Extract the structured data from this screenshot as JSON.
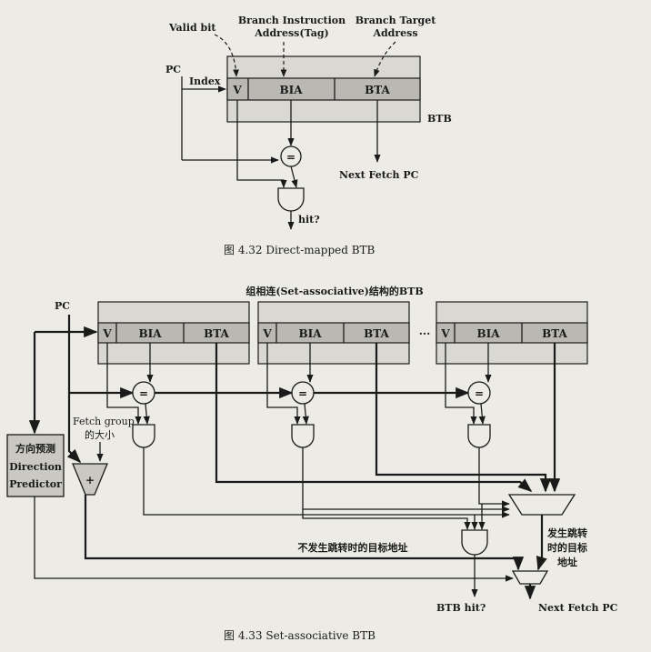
{
  "fig1": {
    "label_valid_bit": "Valid bit",
    "label_bia_line1": "Branch Instruction",
    "label_bia_line2": "Address(Tag)",
    "label_bta_line1": "Branch Target",
    "label_bta_line2": "Address",
    "label_pc": "PC",
    "label_index": "Index",
    "cell_v": "V",
    "cell_bia": "BIA",
    "cell_bta": "BTA",
    "label_btb": "BTB",
    "eq_symbol": "=",
    "label_next_fetch_pc": "Next Fetch PC",
    "label_hit": "hit?",
    "caption": "图 4.32   Direct-mapped BTB"
  },
  "fig2": {
    "title": "组相连(Set-associative)结构的BTB",
    "label_pc": "PC",
    "ways": [
      {
        "v": "V",
        "bia": "BIA",
        "bta": "BTA"
      },
      {
        "v": "V",
        "bia": "BIA",
        "bta": "BTA"
      },
      {
        "v": "V",
        "bia": "BIA",
        "bta": "BTA"
      }
    ],
    "ellipsis": "···",
    "eq_symbol": "=",
    "fetch_group_line1": "Fetch group",
    "fetch_group_line2": "的大小",
    "direction_line1": "方向预测",
    "direction_line2": "Direction",
    "direction_line3": "Predictor",
    "adder_symbol": "+",
    "taken_target_line1": "发生跳转",
    "taken_target_line2": "时的目标",
    "taken_target_line3": "地址",
    "not_taken_label": "不发生跳转时的目标地址",
    "label_btb_hit": "BTB hit?",
    "label_next_fetch_pc": "Next Fetch PC",
    "caption": "图 4.33   Set-associative BTB"
  }
}
